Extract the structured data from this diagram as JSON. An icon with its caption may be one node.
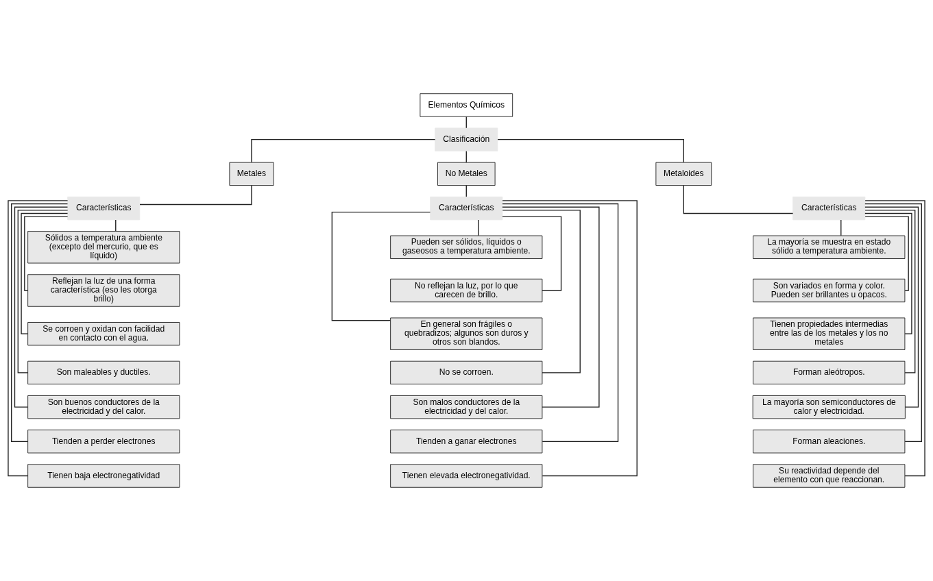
{
  "diagram": {
    "nodes": [
      {
        "text": [
          "Elementos Químicos"
        ]
      },
      {
        "text": [
          "Clasificación"
        ]
      },
      {
        "text": [
          "Metales"
        ]
      },
      {
        "text": [
          "No Metales"
        ]
      },
      {
        "text": [
          "Metaloides"
        ]
      },
      {
        "text": [
          "Características"
        ]
      },
      {
        "text": [
          "Características"
        ]
      },
      {
        "text": [
          "Características"
        ]
      },
      {
        "text": [
          "Sólidos a temperatura ambiente (excepto del mercurio, que es líquido)"
        ]
      },
      {
        "text": [
          "Reflejan la luz de una forma característica (eso les otorga brillo)"
        ]
      },
      {
        "text": [
          "Se corroen y oxidan con facilidad en contacto con el agua."
        ]
      },
      {
        "text": [
          "Son maleables y ductiles."
        ]
      },
      {
        "text": [
          "Son buenos conductores de la electricidad y del calor."
        ]
      },
      {
        "text": [
          "Tienden a perder electrones"
        ]
      },
      {
        "text": [
          "Tienen baja electronegatividad"
        ]
      },
      {
        "text": [
          "Pueden ser sólidos, líquidos o gaseosos a temperatura ambiente."
        ]
      },
      {
        "text": [
          "No reflejan la luz, por lo que carecen de brillo."
        ]
      },
      {
        "text": [
          "En general son frágiles o quebradizos; algunos son duros y otros son blandos."
        ]
      },
      {
        "text": [
          "No se corroen."
        ]
      },
      {
        "text": [
          "Son malos conductores de la electricidad y del calor."
        ]
      },
      {
        "text": [
          "Tienden a ganar electrones"
        ]
      },
      {
        "text": [
          "Tienen elevada electronegatividad."
        ]
      },
      {
        "text": [
          "La mayoría se muestra en estado sólido a temperatura ambiente."
        ]
      },
      {
        "text": [
          "Son variados en forma y color. Pueden ser brillantes u opacos."
        ]
      },
      {
        "text": [
          "Tienen propiedades intermedias entre las de los metales y los no metales"
        ]
      },
      {
        "text": [
          "Forman aleótropos."
        ]
      },
      {
        "text": [
          "La mayoría son semiconductores de calor y electricidad."
        ]
      },
      {
        "text": [
          "Forman aleaciones."
        ]
      },
      {
        "text": [
          "Su reactividad depende del elemento con que reaccionan."
        ]
      }
    ],
    "edges": [
      {
        "from": 0,
        "to": 1,
        "arrow": "none"
      },
      {
        "from": 1,
        "to": 2,
        "arrow": "none"
      },
      {
        "from": 1,
        "to": 3,
        "arrow": "none"
      },
      {
        "from": 1,
        "to": 4,
        "arrow": "none"
      },
      {
        "from": 2,
        "to": 5,
        "arrow": "none"
      },
      {
        "from": 3,
        "to": 6,
        "arrow": "none"
      },
      {
        "from": 4,
        "to": 7,
        "arrow": "none"
      },
      {
        "from": 5,
        "to": 8,
        "arrow": "none"
      },
      {
        "from": 5,
        "to": 9,
        "arrow": "none"
      },
      {
        "from": 5,
        "to": 10,
        "arrow": "none"
      },
      {
        "from": 5,
        "to": 11,
        "arrow": "none"
      },
      {
        "from": 5,
        "to": 12,
        "arrow": "none"
      },
      {
        "from": 5,
        "to": 13,
        "arrow": "none"
      },
      {
        "from": 5,
        "to": 14,
        "arrow": "none"
      },
      {
        "from": 6,
        "to": 15,
        "arrow": "none"
      },
      {
        "from": 6,
        "to": 16,
        "arrow": "none"
      },
      {
        "from": 6,
        "to": 17,
        "arrow": "none"
      },
      {
        "from": 6,
        "to": 18,
        "arrow": "none"
      },
      {
        "from": 6,
        "to": 19,
        "arrow": "none"
      },
      {
        "from": 6,
        "to": 20,
        "arrow": "none"
      },
      {
        "from": 6,
        "to": 21,
        "arrow": "none"
      },
      {
        "from": 7,
        "to": 22,
        "arrow": "none"
      },
      {
        "from": 7,
        "to": 23,
        "arrow": "none"
      },
      {
        "from": 7,
        "to": 24,
        "arrow": "none"
      },
      {
        "from": 7,
        "to": 25,
        "arrow": "none"
      },
      {
        "from": 7,
        "to": 26,
        "arrow": "none"
      },
      {
        "from": 7,
        "to": 27,
        "arrow": "none"
      },
      {
        "from": 7,
        "to": 28,
        "arrow": "none"
      }
    ]
  }
}
